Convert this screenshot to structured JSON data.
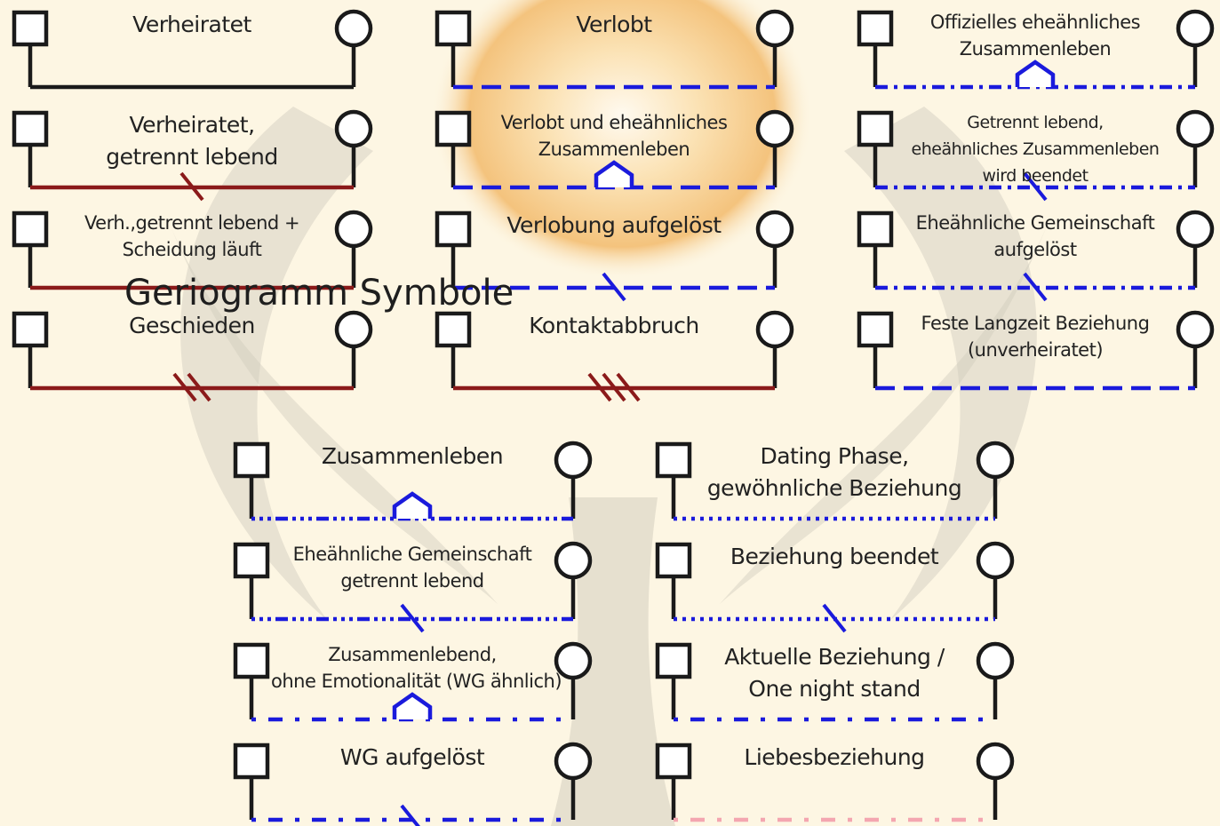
{
  "overlay_title": "Geriogramm Symbole",
  "colors": {
    "background": "#fdf6e3",
    "black": "#1a1a1a",
    "dark_red": "#8b1a1a",
    "blue": "#1a1adc",
    "pink": "#f4a6b0",
    "glow": "#f6c87a"
  },
  "symbols": [
    {
      "id": "verheiratet",
      "lines": [
        "Verheiratet"
      ],
      "line_style": "solid",
      "color": "black",
      "marker": ""
    },
    {
      "id": "verlobt",
      "lines": [
        "Verlobt"
      ],
      "line_style": "dashed",
      "color": "blue",
      "marker": ""
    },
    {
      "id": "offizielles-zusammenleben",
      "lines": [
        "Offizielles eheähnliches",
        "Zusammenleben"
      ],
      "line_style": "dash-dot",
      "color": "blue",
      "marker": "house"
    },
    {
      "id": "verheiratet-getrennt",
      "lines": [
        "Verheiratet,",
        "getrennt lebend"
      ],
      "line_style": "solid",
      "color": "dark_red",
      "marker": "slash"
    },
    {
      "id": "verlobt-zusammenleben",
      "lines": [
        "Verlobt und eheähnliches",
        "Zusammenleben"
      ],
      "line_style": "dashed",
      "color": "blue",
      "marker": "house"
    },
    {
      "id": "getrennt-eheaehnlich",
      "lines": [
        "Getrennt lebend,",
        "eheähnliches Zusammenleben",
        "wird beendet"
      ],
      "line_style": "dash-dot",
      "color": "blue",
      "marker": "slash"
    },
    {
      "id": "scheidung-laeuft",
      "lines": [
        "Verh.,getrennt lebend +",
        "Scheidung läuft"
      ],
      "line_style": "solid",
      "color": "dark_red",
      "marker": ""
    },
    {
      "id": "verlobung-aufgeloest",
      "lines": [
        "Verlobung aufgelöst"
      ],
      "line_style": "dashed",
      "color": "blue",
      "marker": "slash"
    },
    {
      "id": "gemeinschaft-aufgeloest",
      "lines": [
        "Eheähnliche Gemeinschaft",
        "aufgelöst"
      ],
      "line_style": "dash-dot",
      "color": "blue",
      "marker": "slash"
    },
    {
      "id": "geschieden",
      "lines": [
        "Geschieden"
      ],
      "line_style": "solid",
      "color": "dark_red",
      "marker": "double-slash"
    },
    {
      "id": "kontaktabbruch",
      "lines": [
        "Kontaktabbruch"
      ],
      "line_style": "solid",
      "color": "dark_red",
      "marker": "triple-slash"
    },
    {
      "id": "langzeit-beziehung",
      "lines": [
        "Feste Langzeit Beziehung",
        "(unverheiratet)"
      ],
      "line_style": "dashed",
      "color": "blue",
      "marker": ""
    },
    {
      "id": "zusammenleben",
      "lines": [
        "Zusammenleben"
      ],
      "line_style": "dotted-dash",
      "color": "blue",
      "marker": "house"
    },
    {
      "id": "dating-phase",
      "lines": [
        "Dating Phase,",
        "gewöhnliche Beziehung"
      ],
      "line_style": "dotted",
      "color": "blue",
      "marker": ""
    },
    {
      "id": "gemeinschaft-getrennt",
      "lines": [
        "Eheähnliche Gemeinschaft",
        "getrennt lebend"
      ],
      "line_style": "dotted-dash",
      "color": "blue",
      "marker": "slash"
    },
    {
      "id": "beziehung-beendet",
      "lines": [
        "Beziehung beendet"
      ],
      "line_style": "dotted",
      "color": "blue",
      "marker": "slash"
    },
    {
      "id": "zusammenlebend-wg",
      "lines": [
        "Zusammenlebend,",
        "ohne Emotionalität (WG ähnlich)"
      ],
      "line_style": "sparse-dot-dash",
      "color": "blue",
      "marker": "house"
    },
    {
      "id": "aktuelle-beziehung",
      "lines": [
        "Aktuelle Beziehung /",
        "One night stand"
      ],
      "line_style": "sparse-dot-dash",
      "color": "blue",
      "marker": ""
    },
    {
      "id": "wg-aufgeloest",
      "lines": [
        "WG aufgelöst"
      ],
      "line_style": "sparse-dot-dash",
      "color": "blue",
      "marker": "slash"
    },
    {
      "id": "liebesbeziehung",
      "lines": [
        "Liebesbeziehung"
      ],
      "line_style": "sparse-dot-dash",
      "color": "pink",
      "marker": ""
    }
  ]
}
